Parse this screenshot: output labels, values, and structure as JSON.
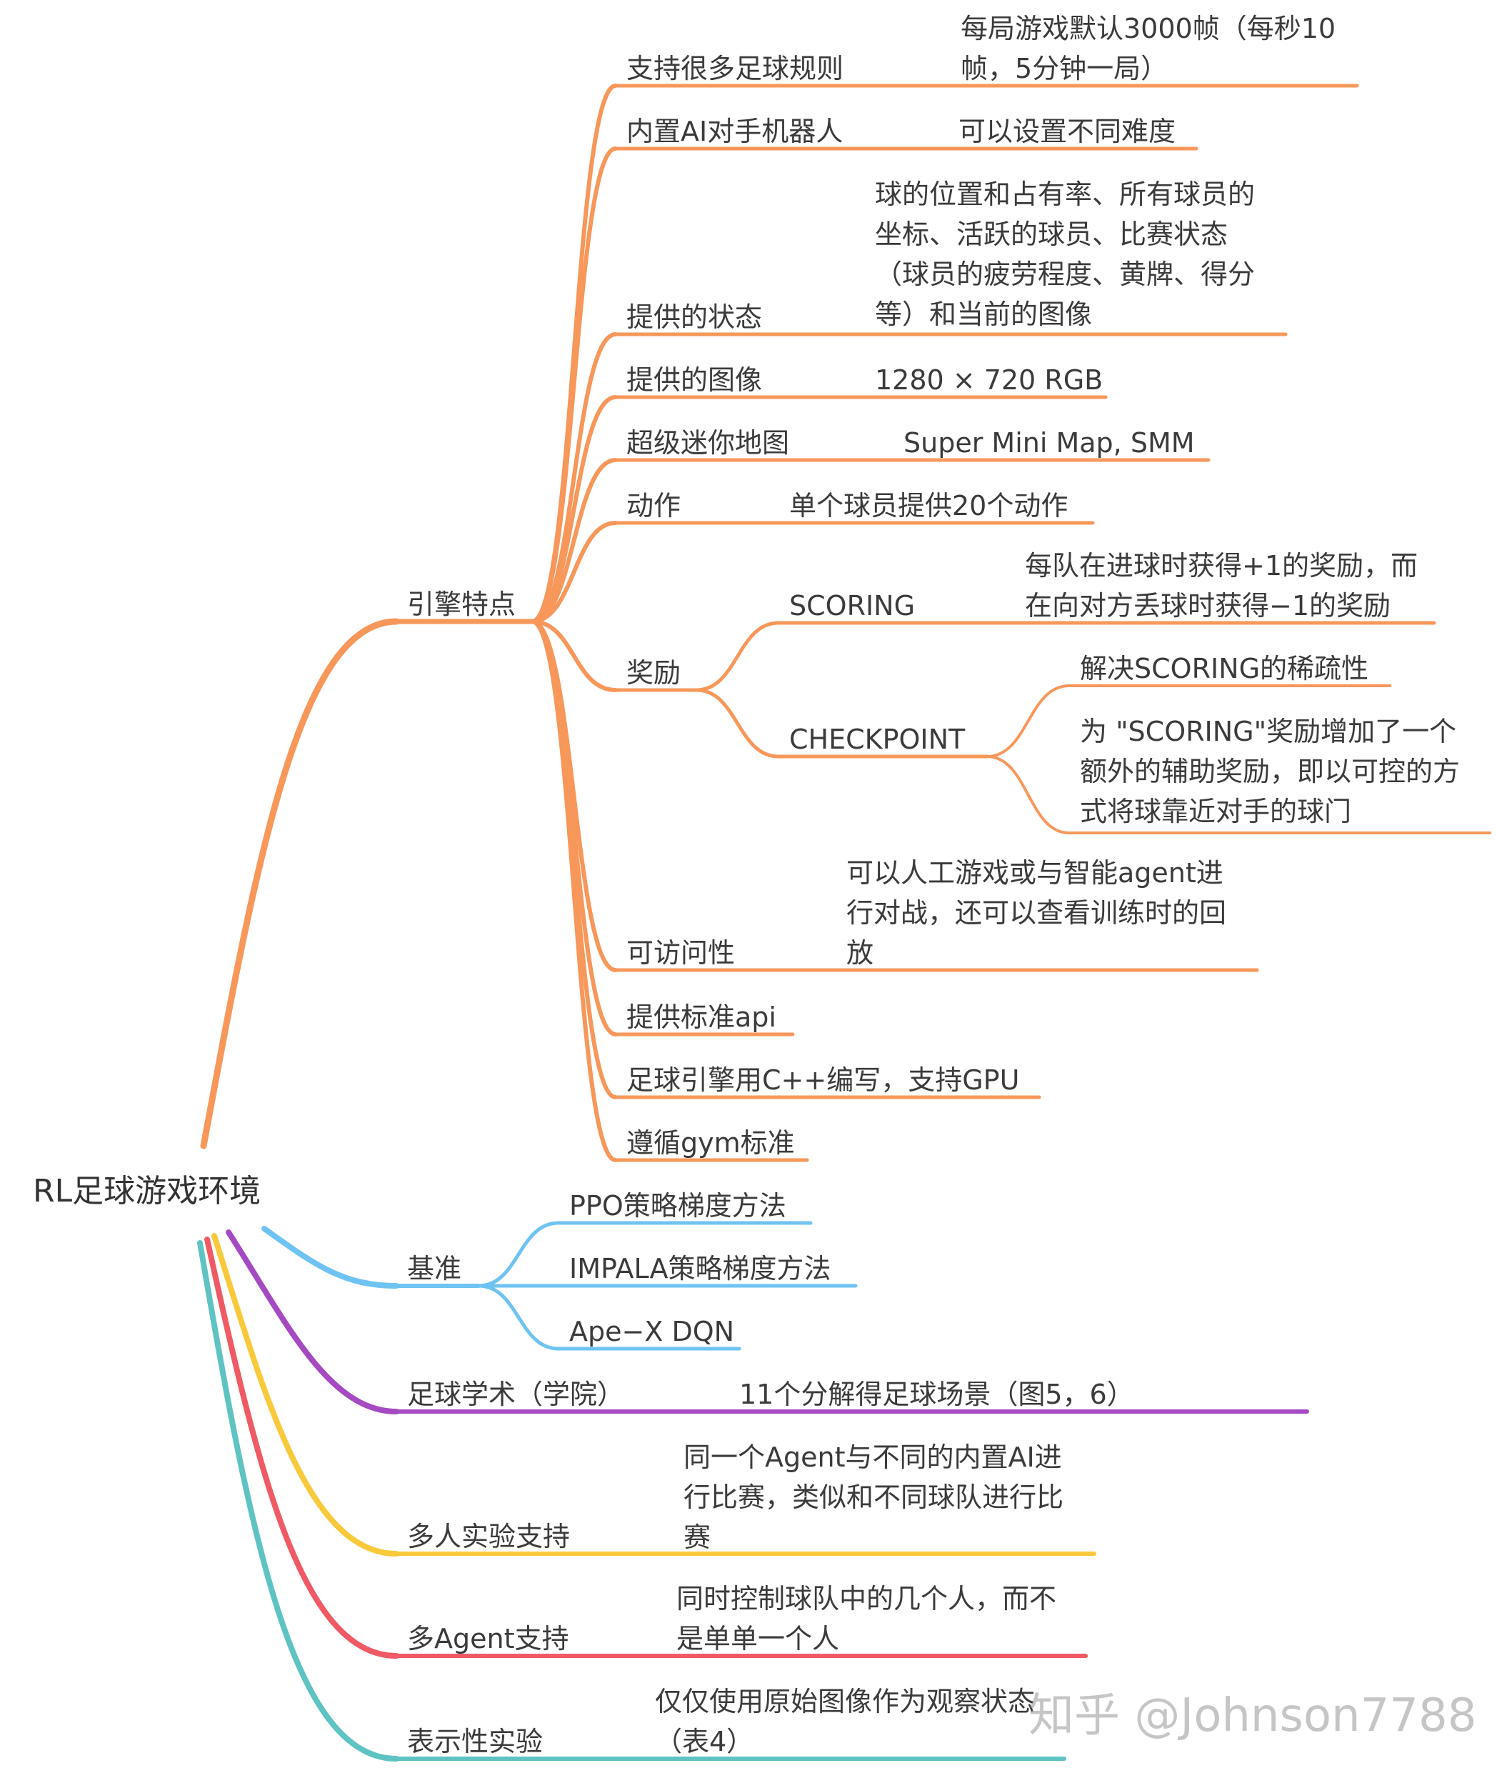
{
  "colors": {
    "orange": "#f7975a",
    "blue": "#6fc3f2",
    "purple": "#a54ac2",
    "yellow": "#f8c93a",
    "red": "#ef5a64",
    "teal": "#5ec3c2",
    "text": "#3b3b3b"
  },
  "root": "RL足球游戏环境",
  "branches": {
    "engine": {
      "label": "引擎特点",
      "items": {
        "rules": {
          "label": "支持很多足球规则",
          "detail": "每局游戏默认3000帧（每秒10\n帧，5分钟一局）"
        },
        "ai": {
          "label": "内置AI对手机器人",
          "detail": "可以设置不同难度"
        },
        "state": {
          "label": "提供的状态",
          "detail": "球的位置和占有率、所有球员的\n坐标、活跃的球员、比赛状态\n（球员的疲劳程度、黄牌、得分\n等）和当前的图像"
        },
        "image": {
          "label": "提供的图像",
          "detail": "1280 × 720 RGB"
        },
        "smm": {
          "label": "超级迷你地图",
          "detail": "Super Mini Map, SMM"
        },
        "action": {
          "label": "动作",
          "detail": "单个球员提供20个动作"
        },
        "reward": {
          "label": "奖励",
          "scoring": {
            "label": "SCORING",
            "detail": "每队在进球时获得+1的奖励，而\n在向对方丢球时获得−1的奖励"
          },
          "checkpoint": {
            "label": "CHECKPOINT",
            "detail1": "解决SCORING的稀疏性",
            "detail2": "为 \"SCORING\"奖励增加了一个\n额外的辅助奖励，即以可控的方\n式将球靠近对手的球门"
          }
        },
        "access": {
          "label": "可访问性",
          "detail": "可以人工游戏或与智能agent进\n行对战，还可以查看训练时的回\n放"
        },
        "api": {
          "label": "提供标准api"
        },
        "cpp": {
          "label": "足球引擎用C++编写，支持GPU"
        },
        "gym": {
          "label": "遵循gym标准"
        }
      }
    },
    "benchmark": {
      "label": "基准",
      "items": {
        "ppo": "PPO策略梯度方法",
        "impala": "IMPALA策略梯度方法",
        "apex": "Ape−X DQN"
      }
    },
    "academy": {
      "label": "足球学术（学院）",
      "detail": "11个分解得足球场景（图5，6）"
    },
    "multi": {
      "label": "多人实验支持",
      "detail": "同一个Agent与不同的内置AI进\n行比赛，类似和不同球队进行比\n赛"
    },
    "multiagent": {
      "label": "多Agent支持",
      "detail": "同时控制球队中的几个人，而不\n是单单一个人"
    },
    "repr": {
      "label": "表示性实验",
      "detail": "仅仅使用原始图像作为观察状态\n（表4）"
    }
  },
  "watermark": "知乎 @Johnson7788"
}
